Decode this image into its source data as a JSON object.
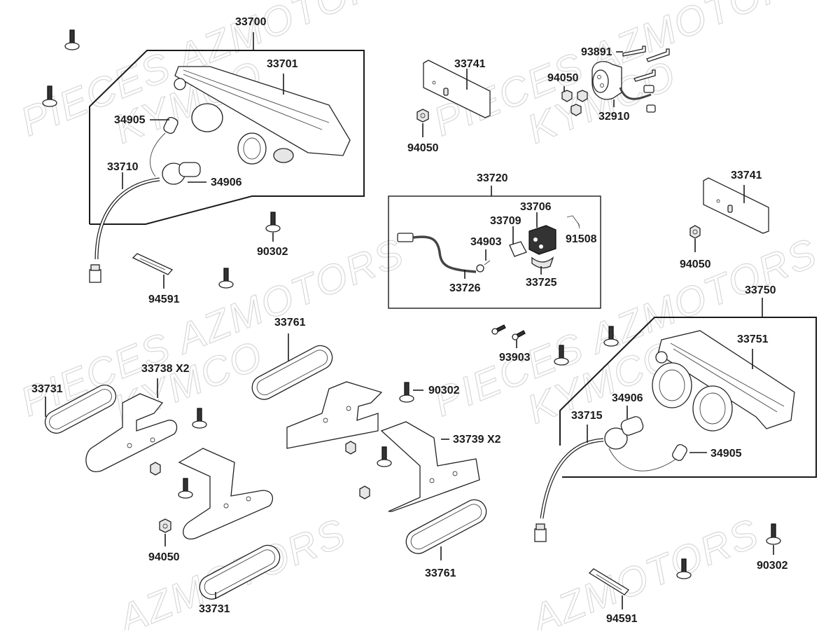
{
  "diagram": {
    "title": "Kymco headlight / light assembly exploded parts diagram",
    "watermarks": [
      {
        "id": "wm1",
        "line1": "PIECES AZMOTORS",
        "line2": "KYMCO"
      },
      {
        "id": "wm2",
        "line1": "PIECES AZMOTORS",
        "line2": "KYMCO"
      },
      {
        "id": "wm3",
        "line1": "PIECES AZMOTORS",
        "line2": "KYMCO"
      },
      {
        "id": "wm4",
        "line1": "PIECES AZMOTORS",
        "line2": "KYMCO"
      },
      {
        "id": "wm5",
        "line1": "AZMOTORS",
        "line2": ""
      },
      {
        "id": "wm6",
        "line1": "AZMOTORS",
        "line2": ""
      }
    ],
    "groups": {
      "left_headlight_assembly": "33700",
      "relay_assembly": "33720",
      "right_headlight_assembly": "33750"
    },
    "labels": {
      "l33700": "33700",
      "l33701": "33701",
      "l34905a": "34905",
      "l33710": "33710",
      "l34906a": "34906",
      "l90302a": "90302",
      "l94591a": "94591",
      "l33741a": "33741",
      "l94050a": "94050",
      "l93891": "93891",
      "l94050b": "94050",
      "l32910": "32910",
      "l33741b": "33741",
      "l94050c": "94050",
      "l33720": "33720",
      "l33706": "33706",
      "l33709": "33709",
      "l91508": "91508",
      "l34903": "34903",
      "l33726": "33726",
      "l33725": "33725",
      "l33750": "33750",
      "l33751": "33751",
      "l34906b": "34906",
      "l33715": "33715",
      "l34905b": "34905",
      "l90302c": "90302",
      "l94591b": "94591",
      "l93903": "93903",
      "l33761a": "33761",
      "l33738": "33738  X2",
      "l33731a": "33731",
      "l90302b": "90302",
      "l33739": "33739  X2",
      "l94050d": "94050",
      "l33731b": "33731",
      "l33761b": "33761"
    }
  }
}
